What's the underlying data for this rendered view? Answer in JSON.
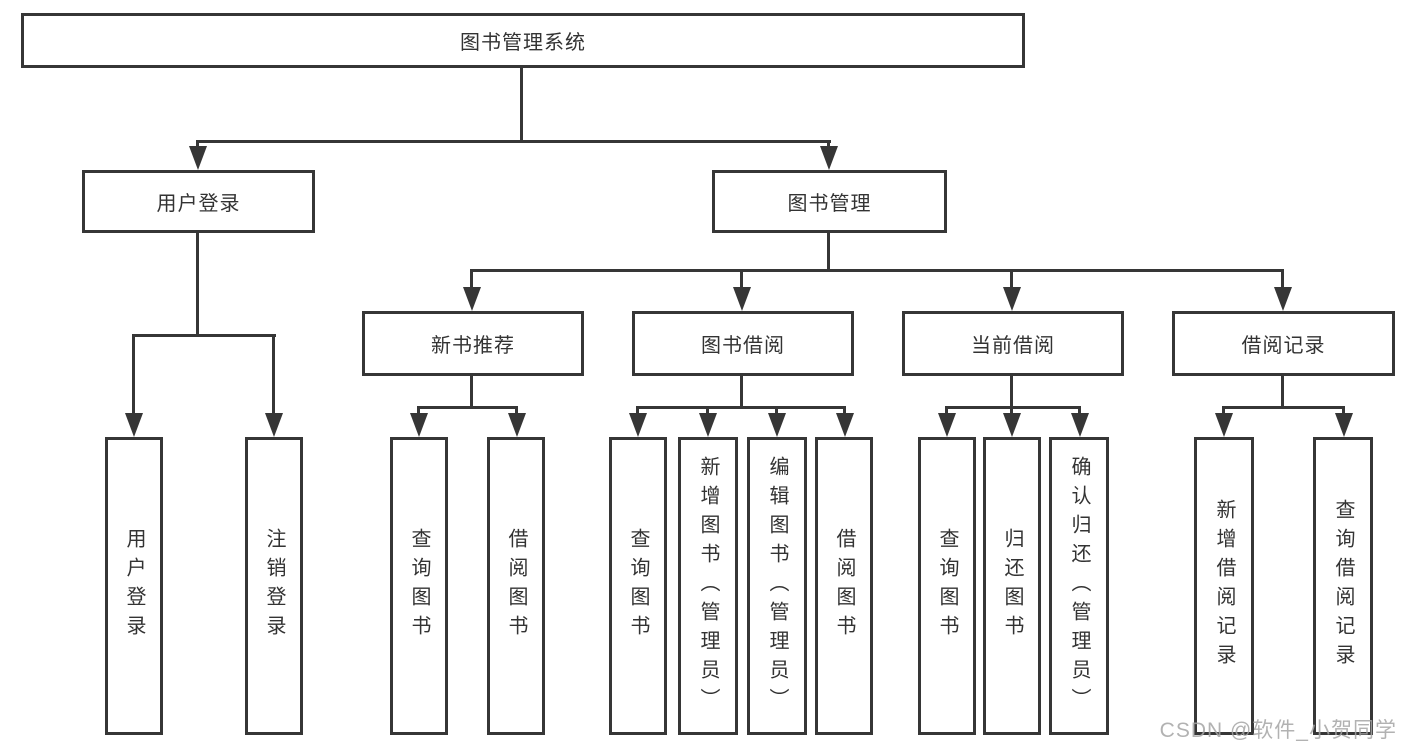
{
  "tree": {
    "root": {
      "label": "图书管理系统"
    },
    "branches": [
      {
        "label": "用户登录",
        "leaves": [
          "用户登录",
          "注销登录"
        ]
      },
      {
        "label": "图书管理",
        "groups": [
          {
            "label": "新书推荐",
            "leaves": [
              "查询图书",
              "借阅图书"
            ]
          },
          {
            "label": "图书借阅",
            "leaves": [
              "查询图书",
              "新增图书（管理员）",
              "编辑图书（管理员）",
              "借阅图书"
            ]
          },
          {
            "label": "当前借阅",
            "leaves": [
              "查询图书",
              "归还图书",
              "确认归还（管理员）"
            ]
          },
          {
            "label": "借阅记录",
            "leaves": [
              "新增借阅记录",
              "查询借阅记录"
            ]
          }
        ]
      }
    ]
  },
  "watermark": {
    "text": "CSDN @软件_小贺同学"
  },
  "colors": {
    "line": "#363636",
    "text": "#333333",
    "watermark": "#a4a4a4",
    "background": "#ffffff"
  }
}
